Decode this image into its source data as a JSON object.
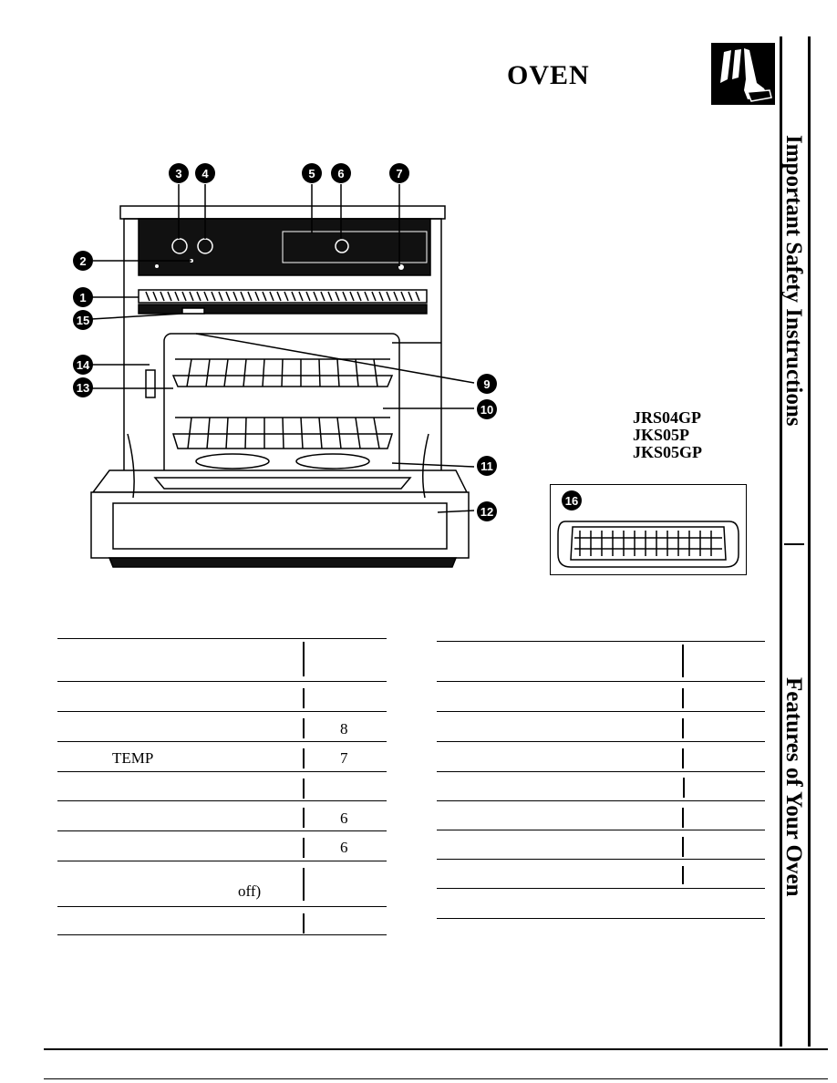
{
  "header": {
    "title": "OVEN",
    "logo": "hand-pointing-icon"
  },
  "sidebar": {
    "section1": "Important Safety Instructions",
    "section2": "Features of Your Oven"
  },
  "diagram": {
    "callouts": [
      "1",
      "2",
      "3",
      "4",
      "5",
      "6",
      "7",
      "9",
      "10",
      "11",
      "12",
      "13",
      "14",
      "15"
    ],
    "accessory_callout": "16"
  },
  "models": [
    "JRS04GP",
    "JKS05P",
    "JKS05GP"
  ],
  "left_table": {
    "rows": [
      {
        "text": "",
        "page": ""
      },
      {
        "text": "",
        "page": ""
      },
      {
        "text": "",
        "page": "8"
      },
      {
        "text": "TEMP",
        "page": "7"
      },
      {
        "text": "",
        "page": ""
      },
      {
        "text": "",
        "page": "6"
      },
      {
        "text": "",
        "page": "6"
      },
      {
        "text": "off)",
        "page": ""
      },
      {
        "text": "",
        "page": ""
      }
    ]
  },
  "right_table": {
    "rows": [
      {
        "text": "",
        "page": ""
      },
      {
        "text": "",
        "page": ""
      },
      {
        "text": "",
        "page": ""
      },
      {
        "text": "",
        "page": ""
      },
      {
        "text": "",
        "page": ""
      },
      {
        "text": "",
        "page": ""
      },
      {
        "text": "",
        "page": ""
      },
      {
        "text": "",
        "page": ""
      }
    ]
  }
}
